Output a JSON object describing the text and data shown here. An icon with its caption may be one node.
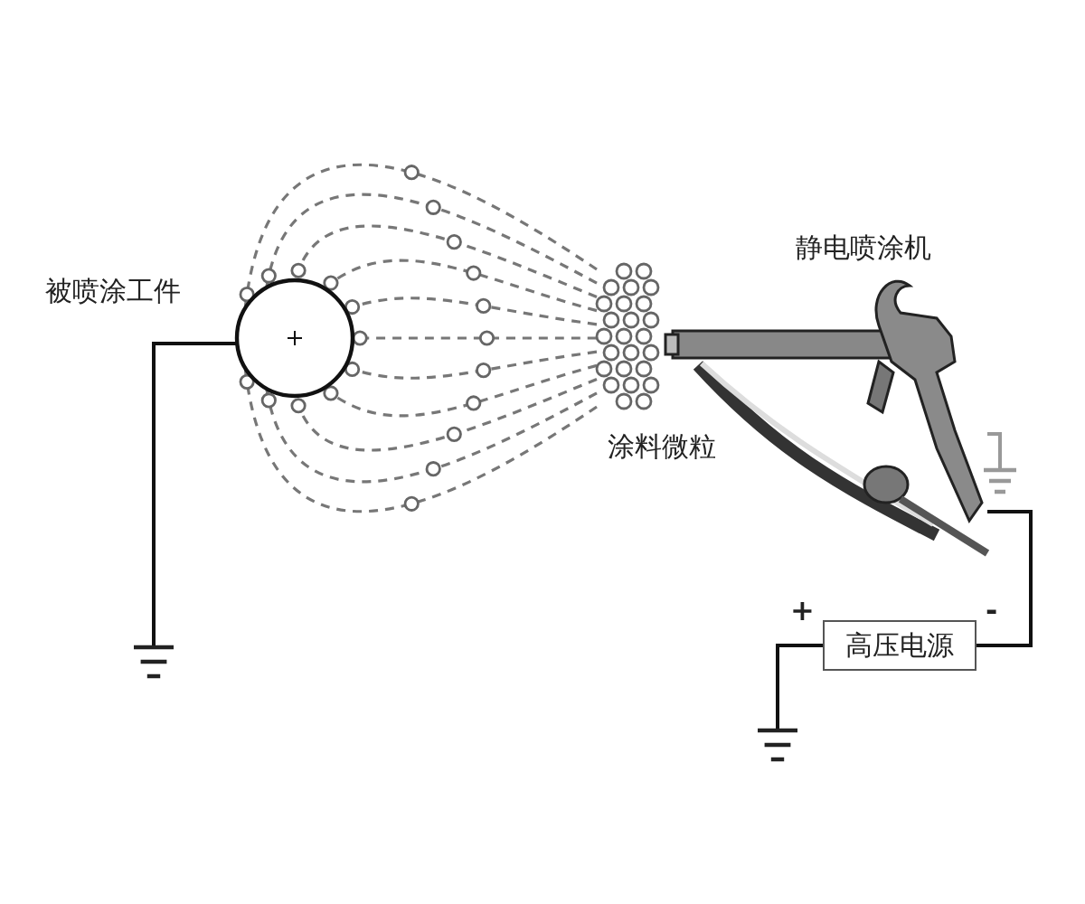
{
  "diagram": {
    "nodes": [
      {
        "text": [
          "被喷涂工件"
        ]
      },
      {
        "text": [
          "静电喷涂机"
        ]
      },
      {
        "text": [
          "涂料微粒"
        ]
      },
      {
        "text": [
          "高压电源"
        ]
      },
      {
        "text": [],
        "shape": "ground"
      },
      {
        "text": [],
        "shape": "ground"
      },
      {
        "text": [],
        "shape": "ground"
      }
    ],
    "edges": [
      {
        "from": 0,
        "to": 4,
        "arrow": "none",
        "color": "#111111"
      },
      {
        "from": 3,
        "to": 5,
        "arrow": "none",
        "color": "#111111"
      },
      {
        "from": 3,
        "to": 1,
        "arrow": "none",
        "color": "#111111"
      },
      {
        "from": 1,
        "to": 6,
        "arrow": "none",
        "color": "#999999"
      },
      {
        "from": 2,
        "to": 0,
        "arrow": "none",
        "style": "dashed"
      },
      {
        "from": 2,
        "to": 0,
        "arrow": "none",
        "style": "dashed"
      },
      {
        "from": 2,
        "to": 0,
        "arrow": "none",
        "style": "dashed"
      },
      {
        "from": 2,
        "to": 0,
        "arrow": "none",
        "style": "dashed"
      },
      {
        "from": 2,
        "to": 0,
        "arrow": "none",
        "style": "dashed"
      },
      {
        "from": 2,
        "to": 0,
        "arrow": "none",
        "style": "dashed"
      },
      {
        "from": 2,
        "to": 0,
        "arrow": "none",
        "style": "dashed"
      },
      {
        "from": 2,
        "to": 0,
        "arrow": "none",
        "style": "dashed"
      },
      {
        "from": 2,
        "to": 0,
        "arrow": "none",
        "style": "dashed"
      },
      {
        "from": 2,
        "to": 0,
        "arrow": "none",
        "style": "dashed"
      },
      {
        "from": 2,
        "to": 0,
        "arrow": "none",
        "style": "dashed"
      }
    ],
    "labels": [
      "+",
      "-"
    ]
  }
}
